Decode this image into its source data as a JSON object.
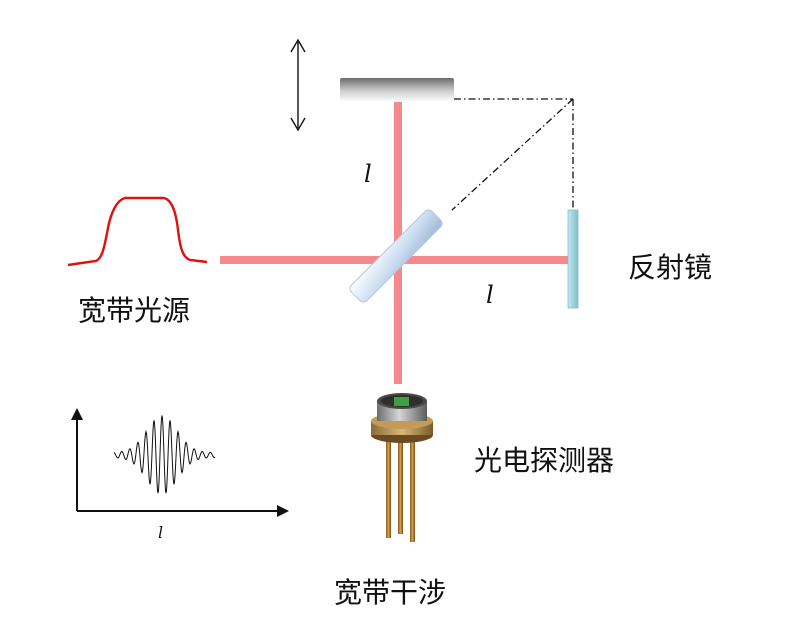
{
  "labels": {
    "source": "宽带光源",
    "mirror": "反射镜",
    "detector": "光电探测器",
    "interference": "宽带干涉",
    "arm_top": "l",
    "arm_right": "l",
    "axis_x": "l"
  },
  "colors": {
    "beam": "#f48a8e",
    "spectrum": "#e01010",
    "ink": "#111111",
    "mirror_glass": "#a9d8e0",
    "detector_body": "#8a8a8a",
    "detector_pins": "#b07a2a",
    "sensor": "#3fa040"
  },
  "icons": {
    "movable_mirror": "horizontal-mirror",
    "fixed_mirror": "vertical-mirror",
    "beam_splitter": "beam-splitter",
    "detector": "photodetector-to-can",
    "motion": "double-arrow-vertical"
  }
}
